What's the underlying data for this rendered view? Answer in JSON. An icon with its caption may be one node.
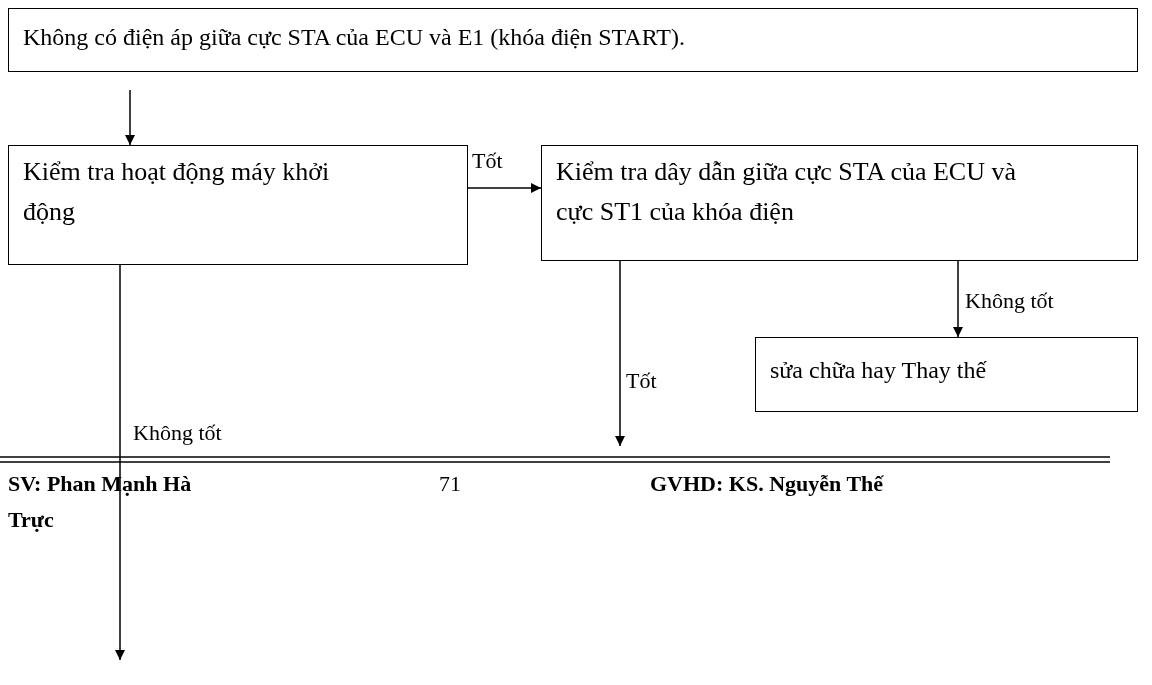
{
  "diagram": {
    "nodes": [
      {
        "text": [
          "Không có điện áp giữa cực STA của ECU và E1 (khóa điện START)."
        ]
      },
      {
        "text": [
          "Kiểm tra hoạt động máy khởi động"
        ]
      },
      {
        "text": [
          "Kiểm tra dây dẫn giữa cực STA của ECU và cực ST1 của khóa điện"
        ]
      },
      {
        "text": [
          "sửa chữa hay Thay thế"
        ]
      }
    ],
    "edges": [
      {
        "from": null,
        "to": 1,
        "arrow": "to"
      },
      {
        "from": 1,
        "to": 2,
        "arrow": "to",
        "label": "Tốt"
      },
      {
        "from": 2,
        "to": 3,
        "arrow": "to",
        "label": "Không tốt"
      },
      {
        "from": 2,
        "to": null,
        "arrow": "to",
        "label": "Tốt"
      },
      {
        "from": 1,
        "to": null,
        "arrow": "to",
        "label": "Không tốt"
      }
    ],
    "labels": [
      "SV: Phan Mạnh Hà Trực",
      "71",
      "GVHD: KS. Nguyễn Thế"
    ]
  }
}
